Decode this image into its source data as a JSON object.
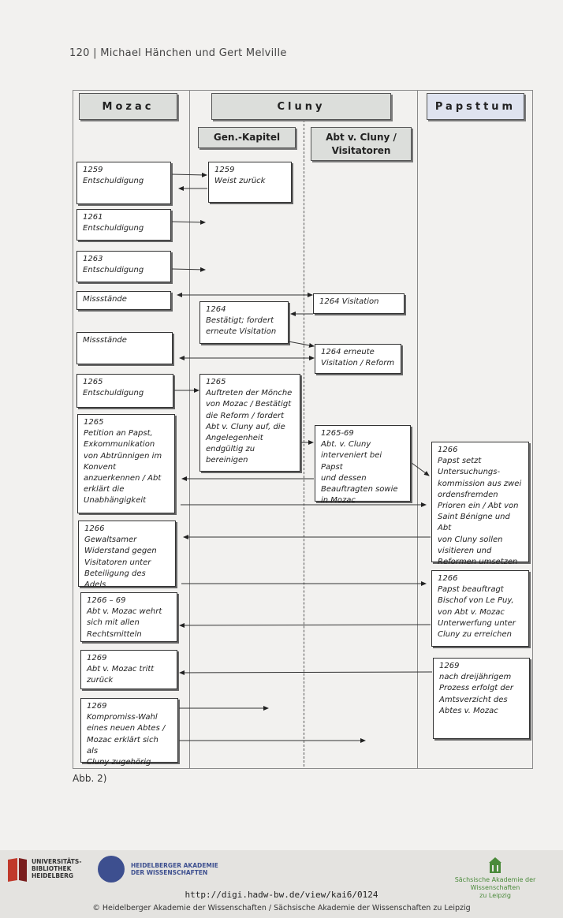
{
  "header": "120 | Michael Hänchen und Gert Melville",
  "columns": {
    "mozac": "Mozac",
    "cluny": "Cluny",
    "papst": "Papsttum"
  },
  "subheads": {
    "gen": "Gen.-Kapitel",
    "abt": "Abt v. Cluny / Visitatoren"
  },
  "boxes": {
    "m1": "1259\nEntschuldigung",
    "m2": "1261\nEntschuldigung",
    "m3": "1263\nEntschuldigung",
    "m4": "Missstände",
    "m5": "Missstände",
    "m6": "1265\nEntschuldigung",
    "m7": "1265\nPetition an Papst,\nExkommunikation\nvon Abtrünnigen im\nKonvent\nanzuerkennen / Abt\nerklärt die\nUnabhängigkeit",
    "m8": "1266\nGewaltsamer\nWiderstand gegen\nVisitatoren unter\nBeteiligung des Adels",
    "m9": "1266 – 69\nAbt v. Mozac wehrt\nsich mit allen\nRechtsmitteln",
    "m10": "1269\nAbt v. Mozac tritt\nzurück",
    "m11": "1269\nKompromiss-Wahl\neines neuen Abtes /\nMozac erklärt sich als\nCluny zugehörig",
    "g1": "1259\nWeist zurück",
    "g2": "1264\nBestätigt; fordert\nerneute Visitation",
    "g3": "1265\nAuftreten der Mönche\nvon Mozac / Bestätigt\ndie Reform / fordert\nAbt v. Cluny auf, die\nAngelegenheit\nendgültig zu\nbereinigen",
    "a1": "1264 Visitation",
    "a2": "1264 erneute\nVisitation / Reform",
    "a3": "1265-69\nAbt. v. Cluny\ninterveniert bei Papst\nund dessen\nBeauftragten sowie\nin Mozac",
    "p1": "1266\nPapst setzt\nUntersuchungs-\nkommission aus zwei\nordensfremden\nPrioren ein / Abt von\nSaint Bénigne und Abt\nvon Cluny sollen\nvisitieren und\nReformen umsetzen",
    "p2": "1266\nPapst beauftragt\nBischof von Le Puy,\nvon Abt v. Mozac\nUnterwerfung unter\nCluny zu erreichen",
    "p3": "1269\nnach dreijährigem\nProzess erfolgt der\nAmtsverzicht des\nAbtes v. Mozac"
  },
  "caption": "Abb. 2)",
  "footer": {
    "ub": "UNIVERSITÄTS-\nBIBLIOTHEK\nHEIDELBERG",
    "had": "HEIDELBERGER AKADEMIE\nDER WISSENSCHAFTEN",
    "saw": "Sächsische Akademie der Wissenschaften\nzu Leipzig",
    "url": "http://digi.hadw-bw.de/view/kai6/0124",
    "copyright": "© Heidelberger Akademie der Wissenschaften / Sächsische Akademie der Wissenschaften zu Leipzig"
  },
  "colors": {
    "papst_header": "#dfe3ef",
    "sub_header": "#dcdedb",
    "saw_green": "#4a8a3a",
    "had_blue": "#3d4f8f"
  },
  "icons": [
    "ub-logo-icon",
    "had-seal-icon",
    "saw-building-icon"
  ]
}
